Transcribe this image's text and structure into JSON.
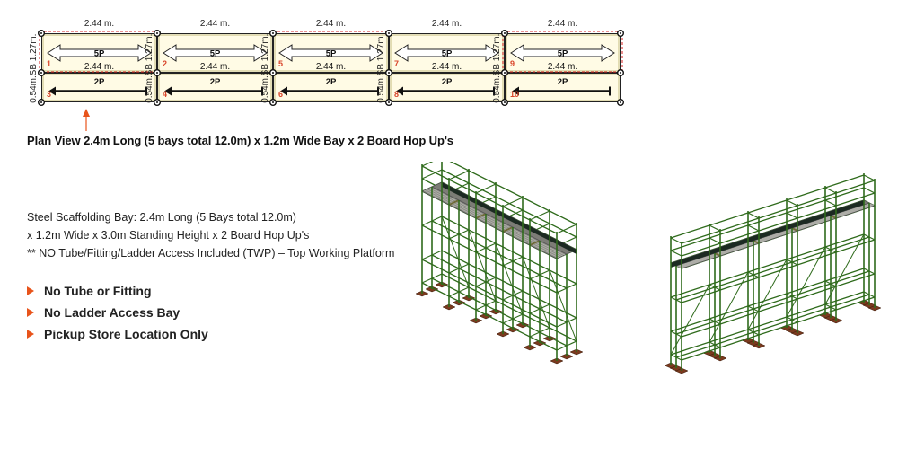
{
  "plan": {
    "bays": [
      {
        "length_label": "2.44 m.",
        "main_label": "5P",
        "sub_label": "2.44 m.",
        "hop_label": "2P",
        "number": "1",
        "hop_number": "3",
        "side_label": "SB 1.27m.",
        "hop_side_label": "0.54m."
      },
      {
        "length_label": "2.44 m.",
        "main_label": "5P",
        "sub_label": "2.44 m.",
        "hop_label": "2P",
        "number": "2",
        "hop_number": "4",
        "side_label": "SB 1.27m.",
        "hop_side_label": "0.54m."
      },
      {
        "length_label": "2.44 m.",
        "main_label": "5P",
        "sub_label": "2.44 m.",
        "hop_label": "2P",
        "number": "5",
        "hop_number": "6",
        "side_label": "SB 1.27m.",
        "hop_side_label": "0.54m."
      },
      {
        "length_label": "2.44 m.",
        "main_label": "5P",
        "sub_label": "2.44 m.",
        "hop_label": "2P",
        "number": "7",
        "hop_number": "8",
        "side_label": "SB 1.27m.",
        "hop_side_label": "0.54m."
      },
      {
        "length_label": "2.44 m.",
        "main_label": "5P",
        "sub_label": "2.44 m.",
        "hop_label": "2P",
        "number": "9",
        "hop_number": "10",
        "side_label": "SB 1.27m.",
        "hop_side_label": "0.54m."
      }
    ],
    "caption": "Plan View 2.4m Long (5 bays total 12.0m) x 1.2m Wide Bay x 2 Board Hop Up's"
  },
  "description": {
    "line1": "Steel Scaffolding Bay: 2.4m Long (5 Bays total 12.0m)",
    "line2": "x 1.2m Wide x 3.0m Standing Height x 2 Board Hop Up's",
    "line3": "** NO Tube/Fitting/Ladder Access Included (TWP) – Top Working Platform"
  },
  "features": [
    {
      "label": "No Tube or Fitting"
    },
    {
      "label": "No Ladder Access Bay"
    },
    {
      "label": "Pickup Store Location Only"
    }
  ],
  "colors": {
    "accent": "#e8541b",
    "frame_green": "#2f6b1c",
    "deck_gray": "#8c8c86",
    "baseplate_brown": "#7a3a1e",
    "plan_fill": "#fffbe5",
    "plan_border": "#d8d2a0",
    "dash_red": "#d62020"
  }
}
